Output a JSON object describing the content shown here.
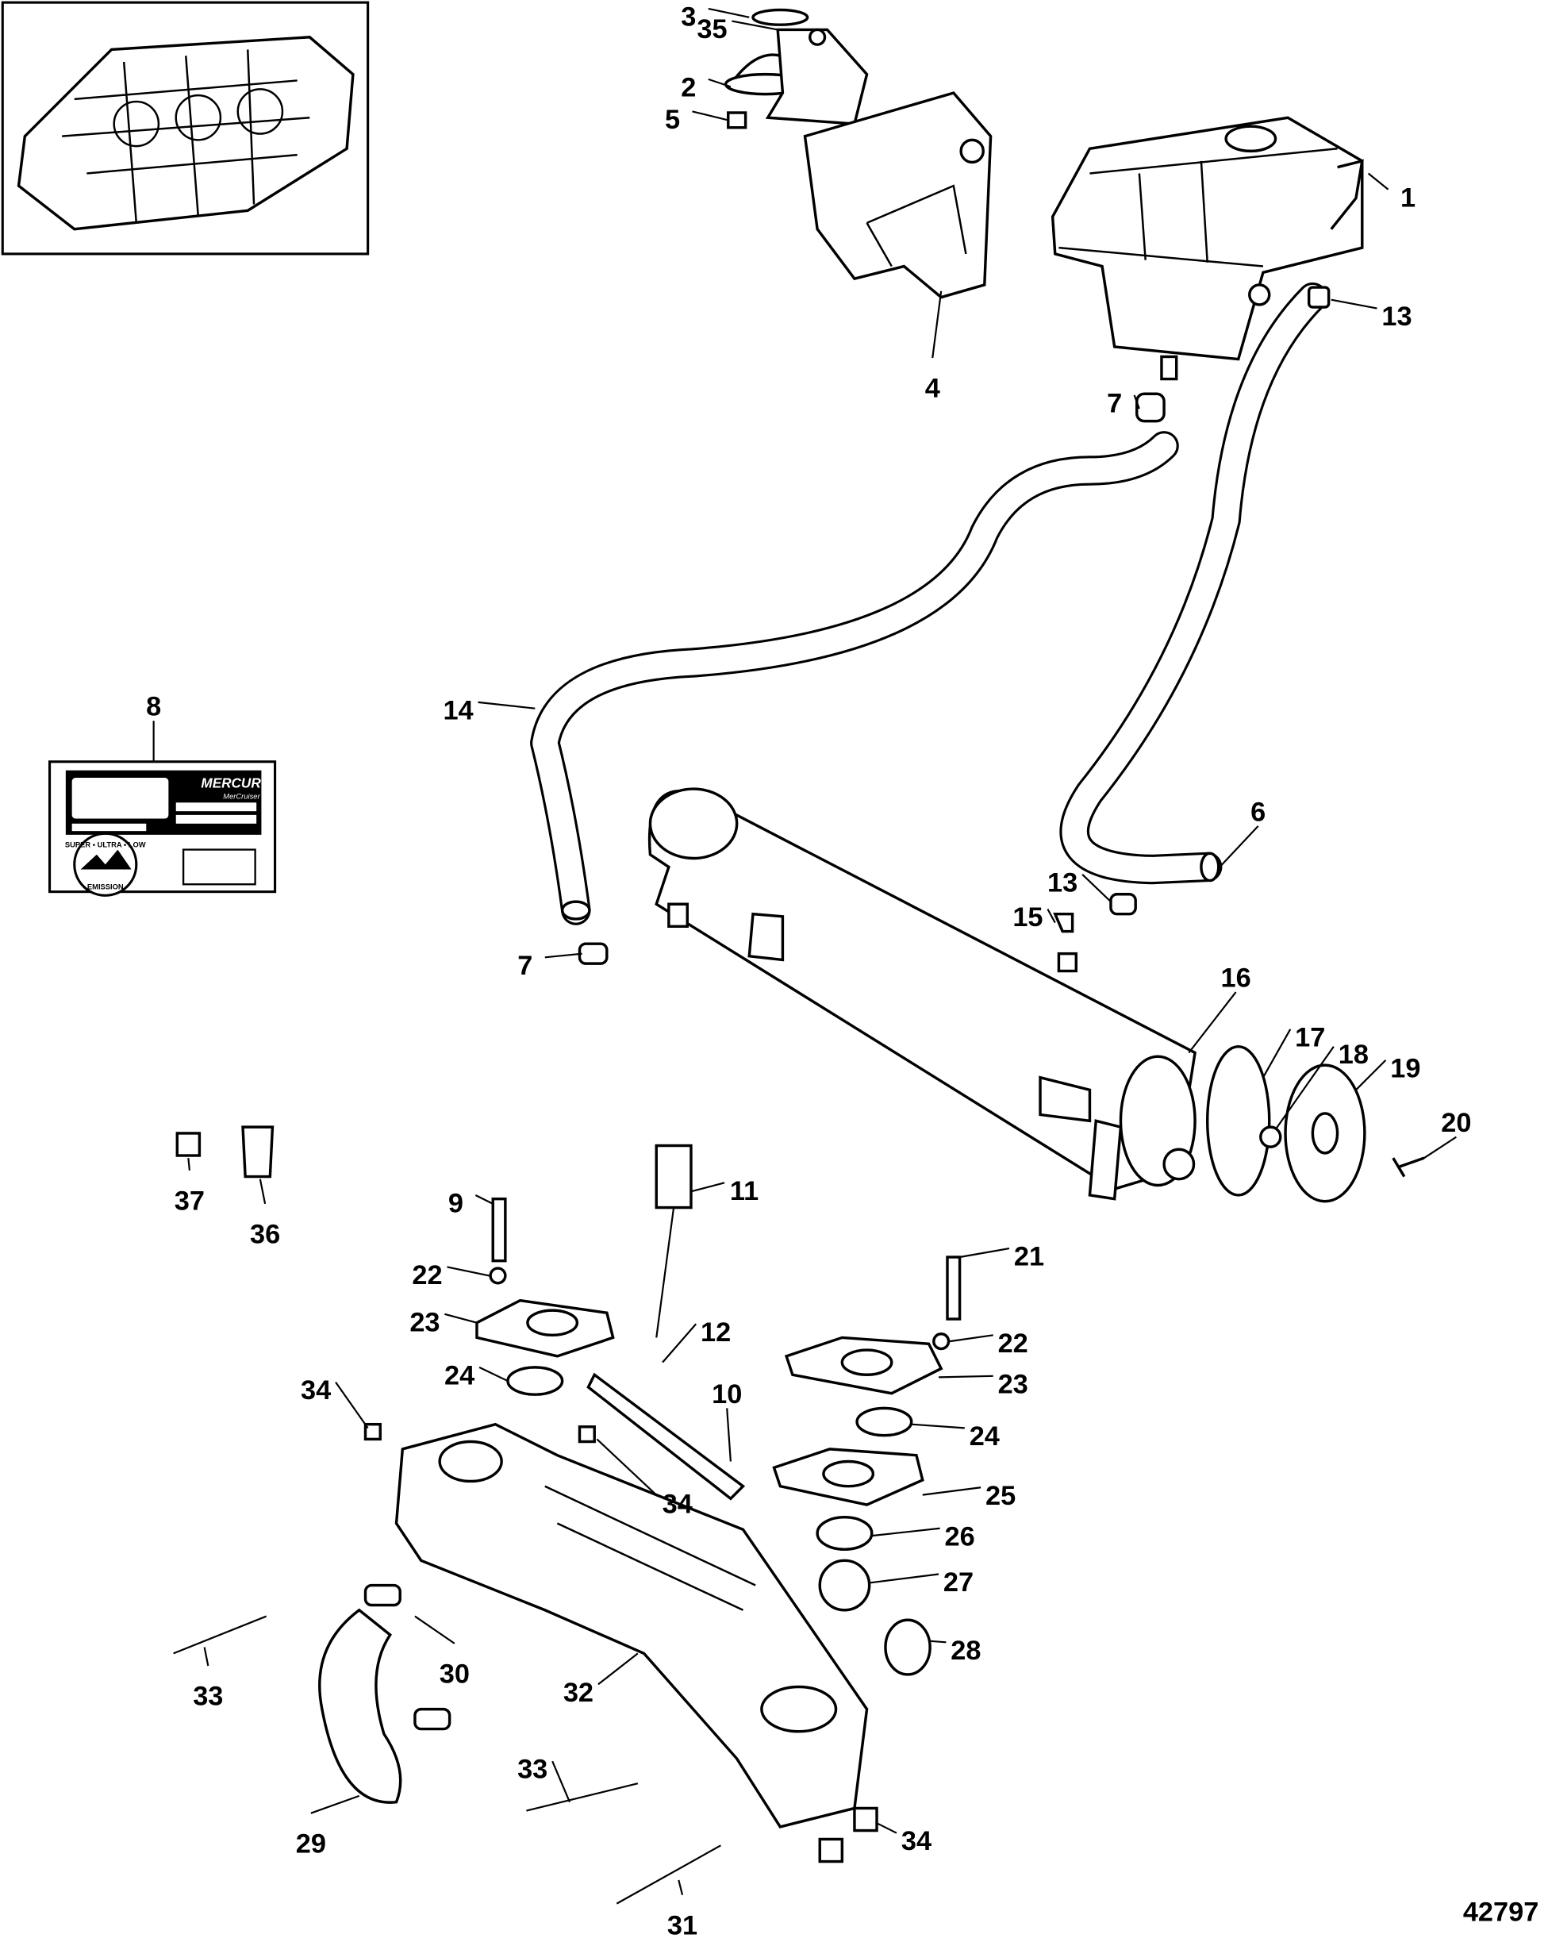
{
  "figure_number": "42797",
  "callouts": [
    "3",
    "2",
    "35",
    "5",
    "1",
    "13",
    "4",
    "7",
    "14",
    "8",
    "6",
    "13",
    "15",
    "7",
    "16",
    "17",
    "18",
    "19",
    "20",
    "37",
    "36",
    "9",
    "11",
    "21",
    "22",
    "23",
    "12",
    "22",
    "24",
    "23",
    "34",
    "10",
    "24",
    "34",
    "25",
    "26",
    "27",
    "33",
    "30",
    "28",
    "32",
    "33",
    "29",
    "34",
    "31"
  ],
  "decal": {
    "brand": "MERCURY",
    "sub_brand": "MerCruiser",
    "emission_arc": "SUPER • ULTRA • LOW",
    "emission_bottom": "EMISSION"
  }
}
